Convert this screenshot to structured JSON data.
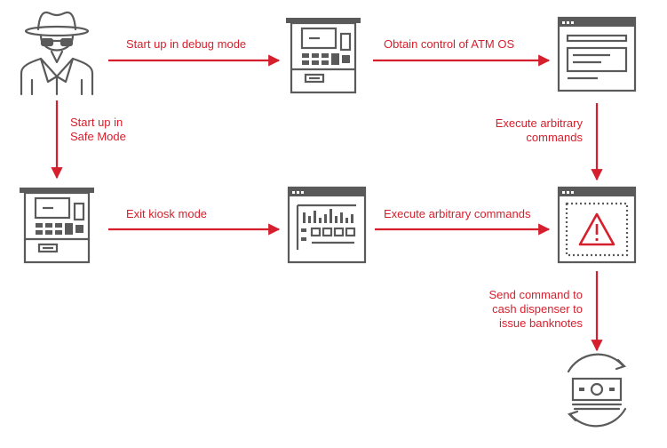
{
  "colors": {
    "accent": "#d61f2c",
    "icon": "#5a5a5a",
    "background": "#ffffff"
  },
  "nodes": [
    {
      "id": "attacker",
      "icon": "hacker-icon"
    },
    {
      "id": "atm-top",
      "icon": "atm-icon"
    },
    {
      "id": "os-window",
      "icon": "window-icon"
    },
    {
      "id": "atm-left",
      "icon": "atm-icon"
    },
    {
      "id": "kiosk-window",
      "icon": "window-chart-icon"
    },
    {
      "id": "alert-window",
      "icon": "warning-window-icon"
    },
    {
      "id": "cash",
      "icon": "banknote-cycle-icon"
    }
  ],
  "edges": [
    {
      "from": "attacker",
      "to": "atm-top",
      "label": [
        "Start up in debug mode"
      ]
    },
    {
      "from": "atm-top",
      "to": "os-window",
      "label": [
        "Obtain control of ATM OS"
      ]
    },
    {
      "from": "attacker",
      "to": "atm-left",
      "label": [
        "Start up in",
        "Safe Mode"
      ]
    },
    {
      "from": "os-window",
      "to": "alert-window",
      "label": [
        "Execute arbitrary",
        "commands"
      ]
    },
    {
      "from": "atm-left",
      "to": "kiosk-window",
      "label": [
        "Exit kiosk mode"
      ]
    },
    {
      "from": "kiosk-window",
      "to": "alert-window",
      "label": [
        "Execute arbitrary commands"
      ]
    },
    {
      "from": "alert-window",
      "to": "cash",
      "label": [
        "Send command to",
        "cash dispenser to",
        "issue banknotes"
      ]
    }
  ]
}
